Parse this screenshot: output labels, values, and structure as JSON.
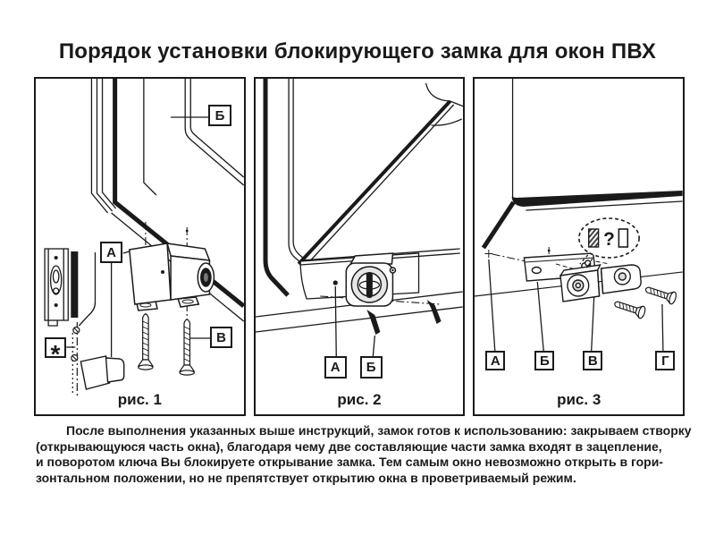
{
  "title": "Порядок установки блокирующего замка для окон ПВХ",
  "figures": [
    {
      "caption": "рис. 1",
      "labels": {
        "a": "А",
        "b": "Б",
        "v": "В",
        "star": "*"
      }
    },
    {
      "caption": "рис. 2",
      "labels": {
        "a": "А",
        "b": "Б"
      }
    },
    {
      "caption": "рис. 3",
      "labels": {
        "a": "А",
        "b": "Б",
        "v": "В",
        "g": "Г"
      },
      "bubble": {
        "question": "?"
      }
    }
  ],
  "description": {
    "lines": [
      "После выполнения указанных выше инструкций, замок готов к использованию: закрываем створку",
      "(открывающуюся часть окна), благодаря чему две составляющие части замка входят в зацепление,",
      "и поворотом ключа Вы блокируете открывание замка. Тем самым окно невозможно открыть в гори-",
      "зонтальном положении, но не препятствует открытию окна в проветриваемый режим."
    ]
  },
  "colors": {
    "ink": "#1a1a1a",
    "paper": "#ffffff"
  }
}
